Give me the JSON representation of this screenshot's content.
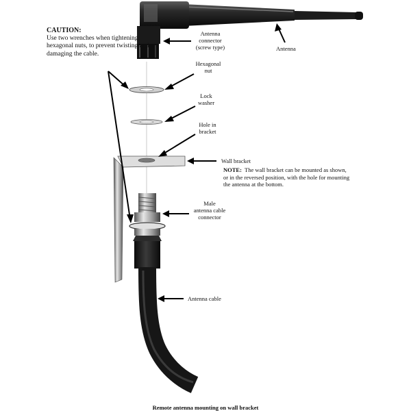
{
  "caution": {
    "heading": "CAUTION:",
    "text": "Use two wrenches when tightening hexagonal nuts, to prevent twisting and damaging the cable."
  },
  "labels": {
    "antenna_connector_line1": "Antenna",
    "antenna_connector_line2": "connector",
    "antenna_connector_line3": "(screw type)",
    "antenna": "Antenna",
    "hex_nut_line1": "Hexagonal",
    "hex_nut_line2": "nut",
    "lock_washer_line1": "Lock",
    "lock_washer_line2": "washer",
    "hole_line1": "Hole in",
    "hole_line2": "bracket",
    "wall_bracket": "Wall bracket",
    "male_line1": "Male",
    "male_line2": "antenna cable",
    "male_line3": "connector",
    "antenna_cable": "Antenna cable"
  },
  "note": {
    "heading": "NOTE:",
    "text": "The wall bracket can be mounted as shown, or in the reversed position, with the hole for mounting the antenna at the bottom."
  },
  "caption": "Remote antenna mounting on wall bracket"
}
